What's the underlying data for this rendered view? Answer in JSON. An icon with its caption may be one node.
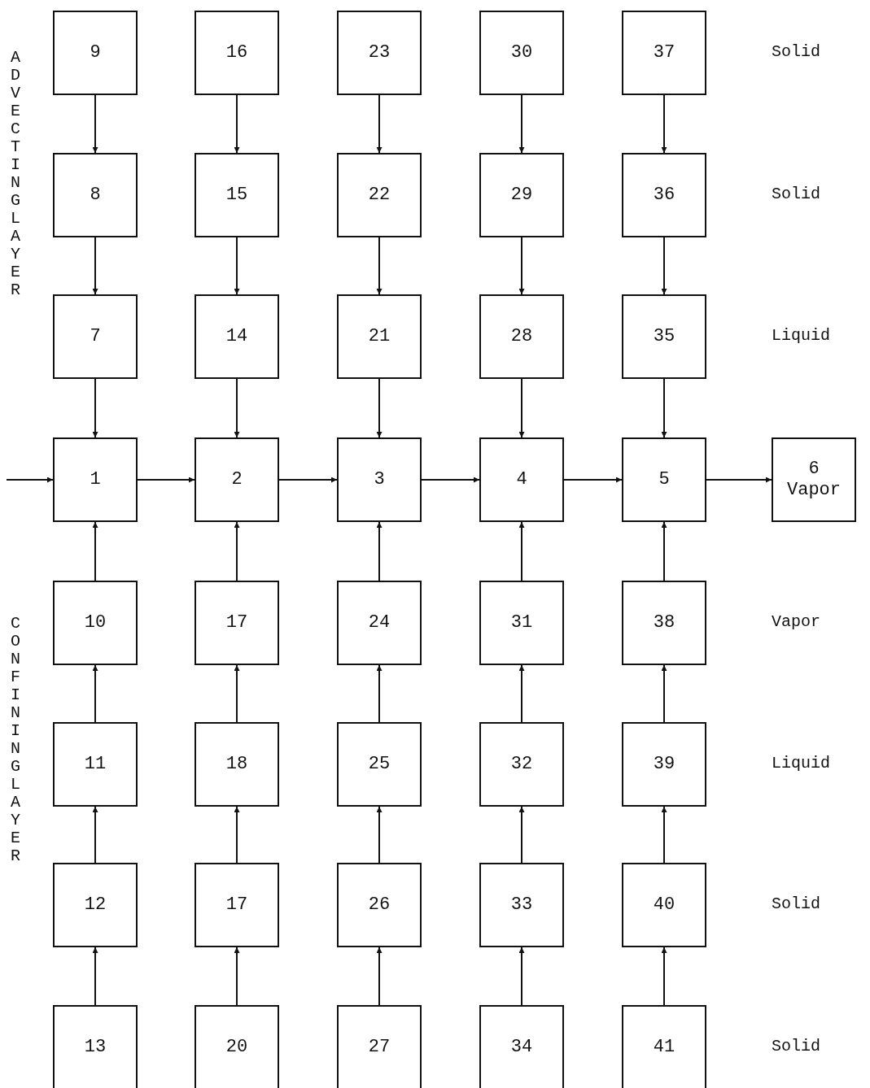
{
  "diagram": {
    "nodes": [
      {
        "text": [
          "9"
        ]
      },
      {
        "text": [
          "16"
        ]
      },
      {
        "text": [
          "23"
        ]
      },
      {
        "text": [
          "30"
        ]
      },
      {
        "text": [
          "37"
        ]
      },
      {
        "text": [
          "8"
        ]
      },
      {
        "text": [
          "15"
        ]
      },
      {
        "text": [
          "22"
        ]
      },
      {
        "text": [
          "29"
        ]
      },
      {
        "text": [
          "36"
        ]
      },
      {
        "text": [
          "7"
        ]
      },
      {
        "text": [
          "14"
        ]
      },
      {
        "text": [
          "21"
        ]
      },
      {
        "text": [
          "28"
        ]
      },
      {
        "text": [
          "35"
        ]
      },
      {
        "text": [
          "1"
        ]
      },
      {
        "text": [
          "2"
        ]
      },
      {
        "text": [
          "3"
        ]
      },
      {
        "text": [
          "4"
        ]
      },
      {
        "text": [
          "5"
        ]
      },
      {
        "text": [
          "6",
          "Vapor"
        ]
      },
      {
        "text": [
          "10"
        ]
      },
      {
        "text": [
          "17"
        ]
      },
      {
        "text": [
          "24"
        ]
      },
      {
        "text": [
          "31"
        ]
      },
      {
        "text": [
          "38"
        ]
      },
      {
        "text": [
          "11"
        ]
      },
      {
        "text": [
          "18"
        ]
      },
      {
        "text": [
          "25"
        ]
      },
      {
        "text": [
          "32"
        ]
      },
      {
        "text": [
          "39"
        ]
      },
      {
        "text": [
          "12"
        ]
      },
      {
        "text": [
          "17"
        ]
      },
      {
        "text": [
          "26"
        ]
      },
      {
        "text": [
          "33"
        ]
      },
      {
        "text": [
          "40"
        ]
      },
      {
        "text": [
          "13"
        ]
      },
      {
        "text": [
          "20"
        ]
      },
      {
        "text": [
          "27"
        ]
      },
      {
        "text": [
          "34"
        ]
      },
      {
        "text": [
          "41"
        ]
      }
    ],
    "edges": [
      {
        "from": 0,
        "to": 5,
        "arrow": "to"
      },
      {
        "from": 1,
        "to": 6,
        "arrow": "to"
      },
      {
        "from": 2,
        "to": 7,
        "arrow": "to"
      },
      {
        "from": 3,
        "to": 8,
        "arrow": "to"
      },
      {
        "from": 4,
        "to": 9,
        "arrow": "to"
      },
      {
        "from": 5,
        "to": 10,
        "arrow": "to"
      },
      {
        "from": 6,
        "to": 11,
        "arrow": "to"
      },
      {
        "from": 7,
        "to": 12,
        "arrow": "to"
      },
      {
        "from": 8,
        "to": 13,
        "arrow": "to"
      },
      {
        "from": 9,
        "to": 14,
        "arrow": "to"
      },
      {
        "from": 10,
        "to": 15,
        "arrow": "to"
      },
      {
        "from": 11,
        "to": 16,
        "arrow": "to"
      },
      {
        "from": 12,
        "to": 17,
        "arrow": "to"
      },
      {
        "from": 13,
        "to": 18,
        "arrow": "to"
      },
      {
        "from": 14,
        "to": 19,
        "arrow": "to"
      },
      {
        "from": null,
        "to": 15,
        "arrow": "to"
      },
      {
        "from": 15,
        "to": 16,
        "arrow": "to"
      },
      {
        "from": 16,
        "to": 17,
        "arrow": "to"
      },
      {
        "from": 17,
        "to": 18,
        "arrow": "to"
      },
      {
        "from": 18,
        "to": 19,
        "arrow": "to"
      },
      {
        "from": 19,
        "to": 20,
        "arrow": "to"
      },
      {
        "from": 21,
        "to": 15,
        "arrow": "to"
      },
      {
        "from": 22,
        "to": 16,
        "arrow": "to"
      },
      {
        "from": 23,
        "to": 17,
        "arrow": "to"
      },
      {
        "from": 24,
        "to": 18,
        "arrow": "to"
      },
      {
        "from": 25,
        "to": 19,
        "arrow": "to"
      },
      {
        "from": 26,
        "to": 21,
        "arrow": "to"
      },
      {
        "from": 27,
        "to": 22,
        "arrow": "to"
      },
      {
        "from": 28,
        "to": 23,
        "arrow": "to"
      },
      {
        "from": 29,
        "to": 24,
        "arrow": "to"
      },
      {
        "from": 30,
        "to": 25,
        "arrow": "to"
      },
      {
        "from": 31,
        "to": 26,
        "arrow": "to"
      },
      {
        "from": 32,
        "to": 27,
        "arrow": "to"
      },
      {
        "from": 33,
        "to": 28,
        "arrow": "to"
      },
      {
        "from": 34,
        "to": 29,
        "arrow": "to"
      },
      {
        "from": 35,
        "to": 30,
        "arrow": "to"
      },
      {
        "from": 36,
        "to": 31,
        "arrow": "to"
      },
      {
        "from": 37,
        "to": 32,
        "arrow": "to"
      },
      {
        "from": 38,
        "to": 33,
        "arrow": "to"
      },
      {
        "from": 39,
        "to": 34,
        "arrow": "to"
      },
      {
        "from": 40,
        "to": 35,
        "arrow": "to"
      }
    ],
    "labels": [
      "ADVECTING LAYER",
      "Solid",
      "Solid",
      "Liquid",
      "CONFINING LAYER",
      "Vapor",
      "Liquid",
      "Solid",
      "Solid"
    ]
  }
}
